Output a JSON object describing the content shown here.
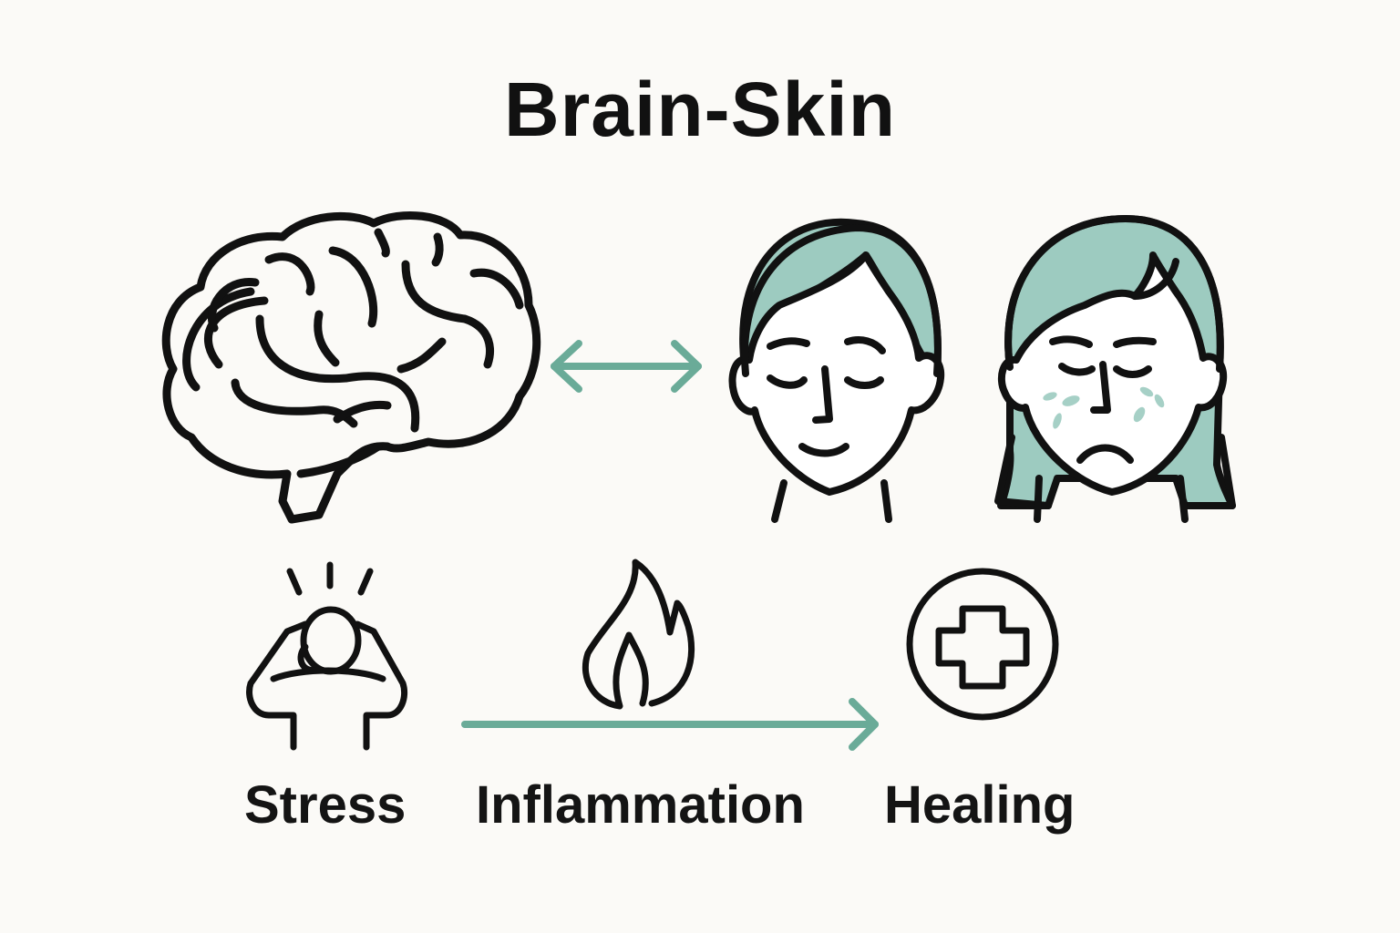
{
  "title": "Brain-Skin",
  "colors": {
    "accent": "#6aab98",
    "hair": "#9dcbc0",
    "stroke": "#111111",
    "background": "#fbfaf7"
  },
  "top_row": {
    "left_icon": "brain-icon",
    "connector": "double-arrow-icon",
    "faces": [
      {
        "icon": "calm-face-icon",
        "state": "healthy skin"
      },
      {
        "icon": "sad-face-icon",
        "state": "blemished skin"
      }
    ]
  },
  "bottom_row": {
    "steps": [
      {
        "icon": "stressed-person-icon",
        "label": "Stress"
      },
      {
        "icon": "flame-icon",
        "label": "Inflammation"
      },
      {
        "icon": "medical-cross-icon",
        "label": "Healing"
      }
    ],
    "connector": "right-arrow-icon"
  }
}
